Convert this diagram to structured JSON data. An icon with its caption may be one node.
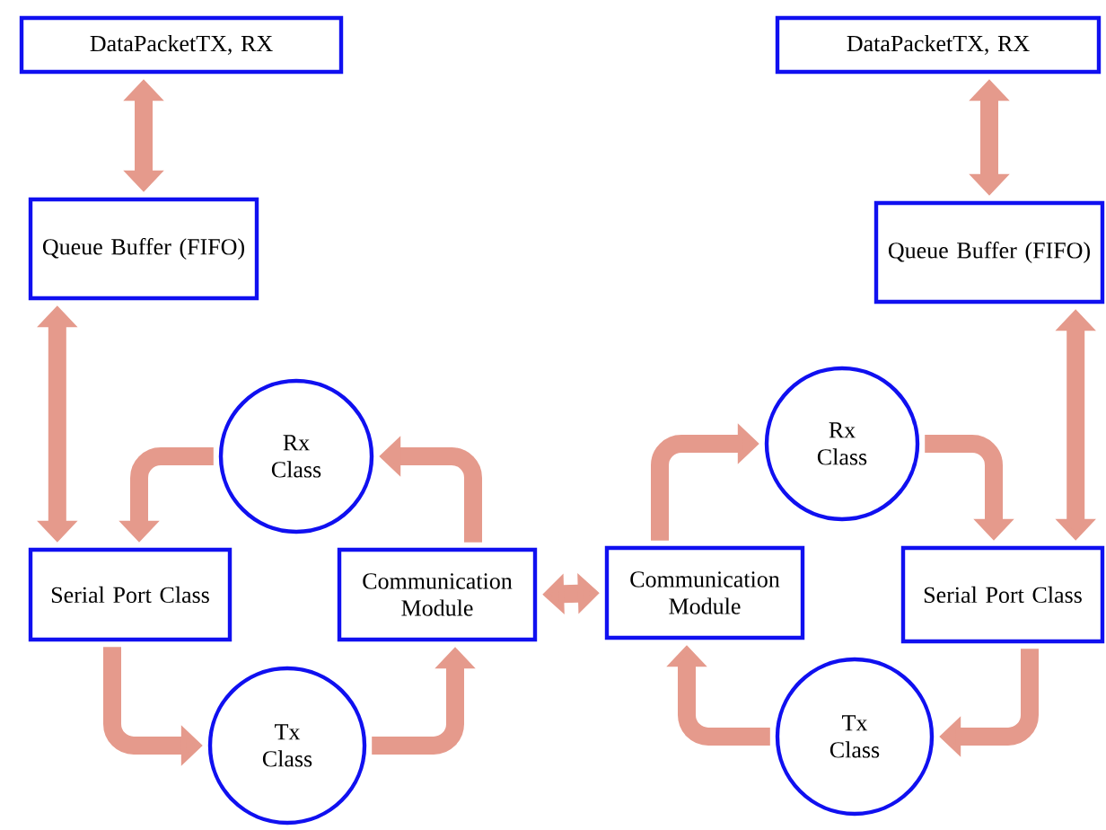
{
  "diagram": {
    "nodes": [
      {
        "text": [
          "DataPacketTX, RX"
        ]
      },
      {
        "text": [
          "Queue Buffer (FIFO)"
        ]
      },
      {
        "text": [
          "Rx Class"
        ]
      },
      {
        "text": [
          "Serial Port Class"
        ]
      },
      {
        "text": [
          "Communication Module"
        ]
      },
      {
        "text": [
          "Tx Class"
        ]
      },
      {
        "text": [
          "DataPacketTX, RX"
        ]
      },
      {
        "text": [
          "Queue Buffer (FIFO)"
        ]
      },
      {
        "text": [
          "Rx Class"
        ]
      },
      {
        "text": [
          "Communication Module"
        ]
      },
      {
        "text": [
          "Serial Port Class"
        ]
      },
      {
        "text": [
          "Tx Class"
        ]
      }
    ],
    "edges": [
      {
        "from": 0,
        "to": 1,
        "arrow": "both"
      },
      {
        "from": 1,
        "to": 3,
        "arrow": "both"
      },
      {
        "from": 2,
        "to": 3,
        "arrow": "to"
      },
      {
        "from": 3,
        "to": 5,
        "arrow": "to"
      },
      {
        "from": 5,
        "to": 4,
        "arrow": "to"
      },
      {
        "from": 4,
        "to": 2,
        "arrow": "to"
      },
      {
        "from": 4,
        "to": 9,
        "arrow": "both"
      },
      {
        "from": 6,
        "to": 7,
        "arrow": "both"
      },
      {
        "from": 7,
        "to": 10,
        "arrow": "both"
      },
      {
        "from": 9,
        "to": 8,
        "arrow": "to"
      },
      {
        "from": 8,
        "to": 10,
        "arrow": "to"
      },
      {
        "from": 10,
        "to": 11,
        "arrow": "to"
      },
      {
        "from": 11,
        "to": 9,
        "arrow": "to"
      }
    ]
  }
}
